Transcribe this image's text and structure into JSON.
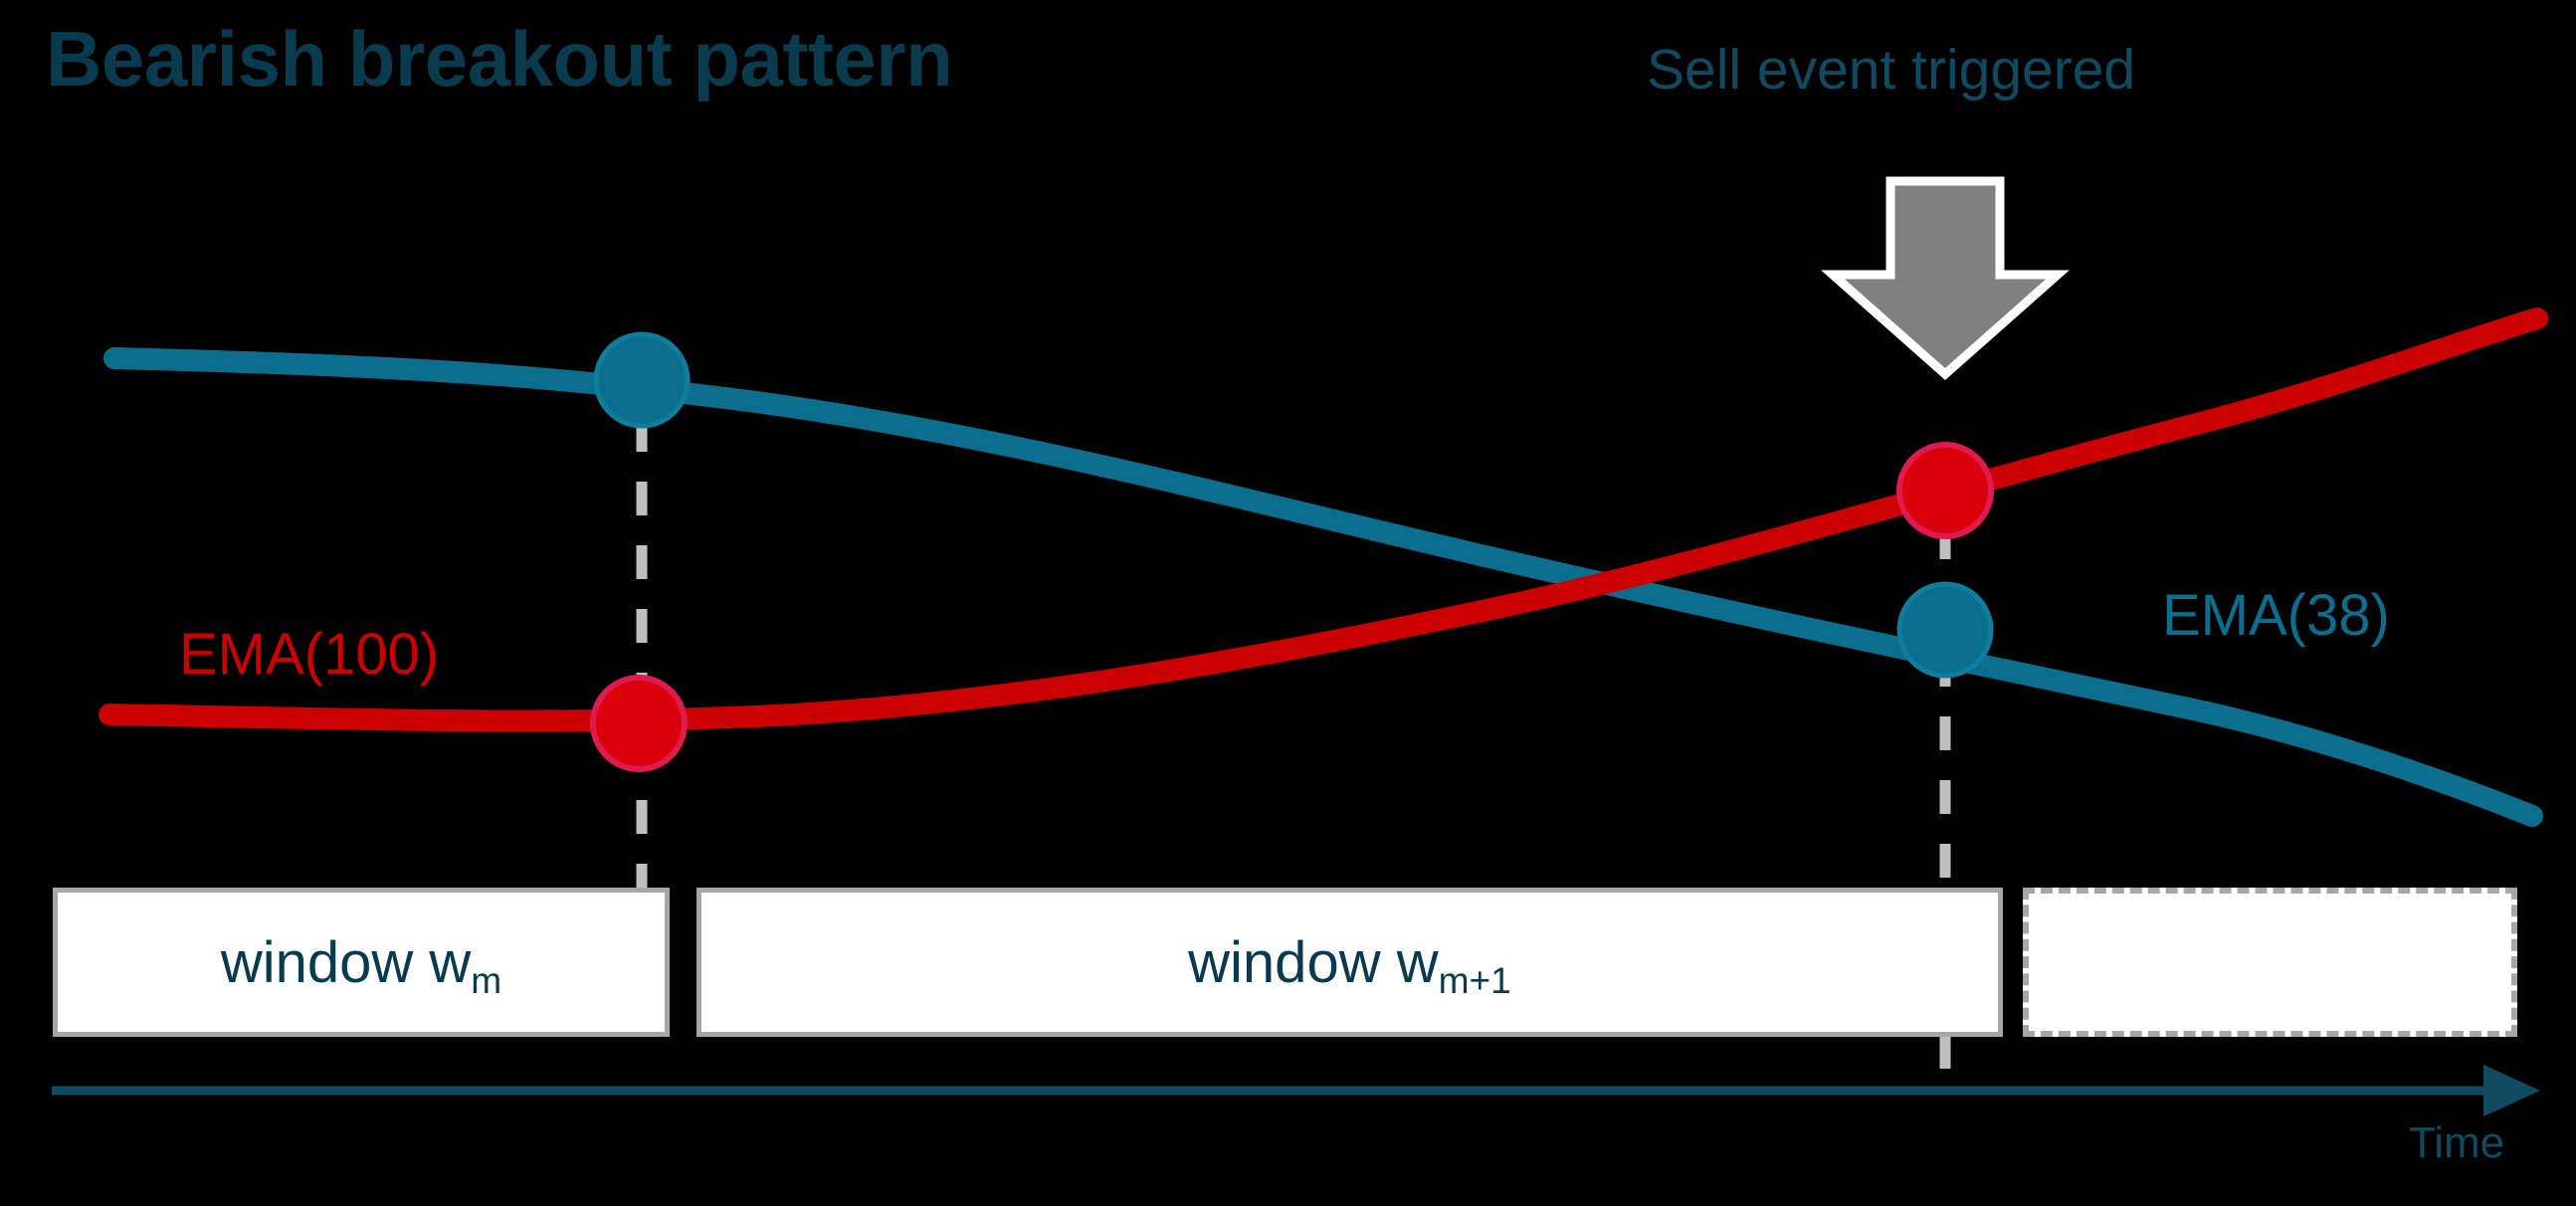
{
  "title": "Bearish breakout pattern",
  "annotations": {
    "sell_event": "Sell event triggered",
    "ema_slow_label": "EMA(100)",
    "ema_fast_label": "EMA(38)",
    "time_axis_label": "Time"
  },
  "windows": [
    {
      "label_main": "window w",
      "label_sub": "m",
      "style": "solid"
    },
    {
      "label_main": "window w",
      "label_sub": "m+1",
      "style": "solid"
    },
    {
      "label_main": "",
      "label_sub": "",
      "style": "dashed"
    }
  ],
  "colors": {
    "background": "#000000",
    "title": "#0A3A4D",
    "annotation": "#0F4A60",
    "ema_slow": "#CC0000",
    "ema_fast": "#0B6E8F",
    "marker_outline_red": "#E01A4F",
    "marker_outline_teal": "#0F7E9E",
    "window_border": "#A6A6A6",
    "window_fill": "#FFFFFF",
    "dashed_guide": "#BFBFBF",
    "sell_arrow_fill": "#808080",
    "sell_arrow_outline": "#FFFFFF",
    "time_axis": "#0F4A60"
  },
  "chart_data": {
    "type": "line",
    "title": "Bearish breakout pattern",
    "xlabel": "Time",
    "ylabel": "",
    "grid": false,
    "legend": "inline-labels",
    "series": [
      {
        "name": "EMA(38)",
        "color": "#0B6E8F",
        "points": [
          [
            115,
            360
          ],
          [
            400,
            372
          ],
          [
            645,
            385
          ],
          [
            900,
            425
          ],
          [
            1200,
            490
          ],
          [
            1500,
            560
          ],
          [
            1800,
            620
          ],
          [
            2100,
            690
          ],
          [
            2400,
            775
          ],
          [
            2545,
            820
          ]
        ]
      },
      {
        "name": "EMA(100)",
        "color": "#CC0000",
        "points": [
          [
            110,
            718
          ],
          [
            400,
            722
          ],
          [
            645,
            725
          ],
          [
            900,
            712
          ],
          [
            1200,
            672
          ],
          [
            1500,
            612
          ],
          [
            1800,
            530
          ],
          [
            2100,
            445
          ],
          [
            2400,
            358
          ],
          [
            2550,
            320
          ]
        ]
      }
    ],
    "markers": [
      {
        "series": "EMA(38)",
        "x": 645,
        "y": 382,
        "window": "w_m",
        "role": "window-start-fast"
      },
      {
        "series": "EMA(100)",
        "x": 642,
        "y": 727,
        "window": "w_m",
        "role": "window-start-slow"
      },
      {
        "series": "EMA(100)",
        "x": 1955,
        "y": 493,
        "window": "w_m+1",
        "role": "sell-trigger-slow"
      },
      {
        "series": "EMA(38)",
        "x": 1955,
        "y": 633,
        "window": "w_m+1",
        "role": "sell-trigger-fast"
      }
    ],
    "crossover": {
      "x": 1730,
      "y": 556,
      "meaning": "EMA(100) crosses above EMA(38)"
    },
    "guides": [
      {
        "x": 645,
        "y_top": 420,
        "y_bottom": 900
      },
      {
        "x": 1955,
        "y_top": 530,
        "y_bottom": 1085
      }
    ],
    "annotations": [
      {
        "text": "Sell event triggered",
        "x": 1655,
        "y": 37
      },
      {
        "text": "EMA(100)",
        "x": 180,
        "y": 624
      },
      {
        "text": "EMA(38)",
        "x": 2173,
        "y": 585
      }
    ]
  }
}
